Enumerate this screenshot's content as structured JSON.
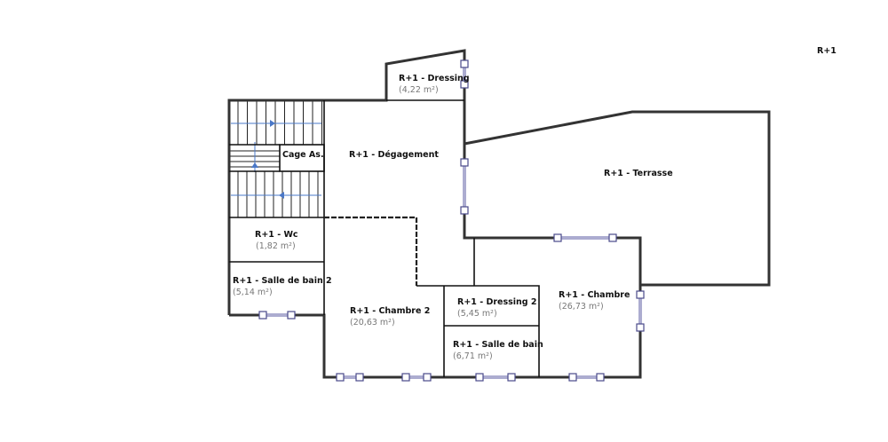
{
  "level_label": "R+1",
  "rooms": {
    "dressing": {
      "name": "R+1 - Dressing",
      "area": "(4,22 m²)"
    },
    "cage": {
      "name": "Cage As."
    },
    "degagement": {
      "name": "R+1 - Dégagement"
    },
    "terrasse": {
      "name": "R+1 - Terrasse"
    },
    "wc": {
      "name": "R+1 - Wc",
      "area": "(1,82 m²)"
    },
    "sdb2": {
      "name": "R+1 - Salle de bain 2",
      "area": "(5,14 m²)"
    },
    "chambre2": {
      "name": "R+1 - Chambre 2",
      "area": "(20,63 m²)"
    },
    "dressing2": {
      "name": "R+1 - Dressing 2",
      "area": "(5,45 m²)"
    },
    "sdb": {
      "name": "R+1 - Salle de bain",
      "area": "(6,71 m²)"
    },
    "chambre": {
      "name": "R+1 - Chambre",
      "area": "(26,73 m²)"
    }
  },
  "colors": {
    "wall": "#333333",
    "window": "#4a4a8a",
    "stair_arrow": "#4a78c8"
  }
}
